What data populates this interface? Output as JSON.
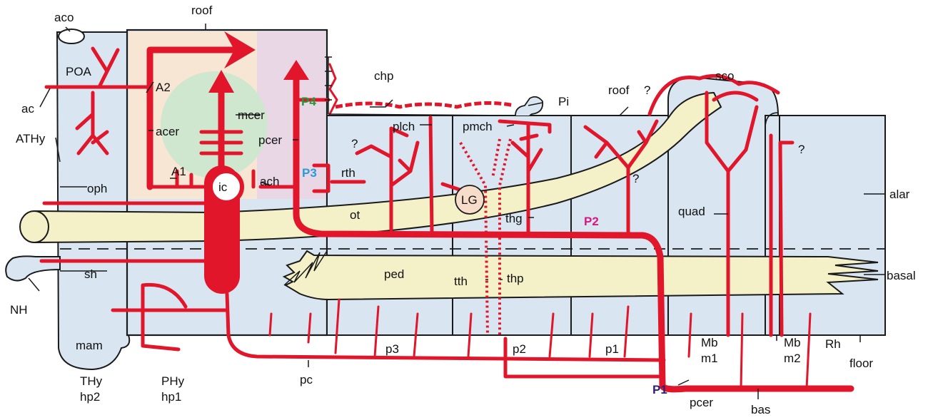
{
  "colors": {
    "vessel": "#e2162b",
    "region_fill": "#d9e6f1",
    "tract_fill": "#f4f0c8",
    "peduncular_zone": "#f8e6d4",
    "roof_zone": "#ead7e6",
    "green_zone": "#cfe6cf",
    "P1": "#2b1f7a",
    "P2": "#d6187f",
    "P3": "#2a9ad9",
    "P4": "#1e9c3a"
  },
  "labels": {
    "aco": "aco",
    "roof_top": "roof",
    "poa": "POA",
    "a2": "A2",
    "ac": "ac",
    "athy": "ATHy",
    "acer": "acer",
    "mcer": "mcer",
    "pcer_upper": "pcer",
    "a1": "A1",
    "ic": "ic",
    "ach": "ach",
    "oph": "oph",
    "sh": "sh",
    "nh": "NH",
    "mam": "mam",
    "thy": "THy",
    "hp2": "hp2",
    "phy": "PHy",
    "hp1": "hp1",
    "pc": "pc",
    "p3": "p3",
    "p2": "p2",
    "p1": "p1",
    "chp": "chp",
    "pi": "Pi",
    "plch": "plch",
    "pmch": "pmch",
    "q1": "?",
    "rth": "rth",
    "lg": "LG",
    "ot": "ot",
    "thg": "thg",
    "ped": "ped",
    "tth": "tth",
    "thp": "thp",
    "roof_mid": "roof",
    "q2": "?",
    "q3": "?",
    "sco": "sco",
    "quad": "quad",
    "q4": "?",
    "alar": "alar",
    "basal": "basal",
    "mb1": "Mb",
    "m1": "m1",
    "mb2": "Mb",
    "m2": "m2",
    "rh": "Rh",
    "floor": "floor",
    "pcer_lower": "pcer",
    "bas": "bas",
    "P1": "P1",
    "P2": "P2",
    "P3": "P3",
    "P4": "P4"
  }
}
